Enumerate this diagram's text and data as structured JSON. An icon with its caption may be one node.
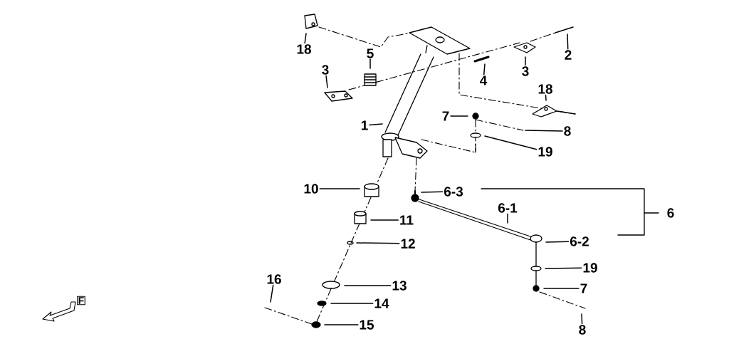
{
  "diagram": {
    "nodes": [
      {
        "text": [
          "18"
        ]
      },
      {
        "text": [
          "5"
        ]
      },
      {
        "text": [
          "2"
        ]
      },
      {
        "text": [
          "3"
        ]
      },
      {
        "text": [
          "3"
        ]
      },
      {
        "text": [
          "4"
        ]
      },
      {
        "text": [
          "18"
        ]
      },
      {
        "text": [
          "7"
        ]
      },
      {
        "text": [
          "1"
        ]
      },
      {
        "text": [
          "8"
        ]
      },
      {
        "text": [
          "19"
        ]
      },
      {
        "text": [
          "10"
        ]
      },
      {
        "text": [
          "6-3"
        ]
      },
      {
        "text": [
          "6-1"
        ]
      },
      {
        "text": [
          "6"
        ]
      },
      {
        "text": [
          "11"
        ]
      },
      {
        "text": [
          "6-2"
        ]
      },
      {
        "text": [
          "12"
        ]
      },
      {
        "text": [
          "19"
        ]
      },
      {
        "text": [
          "16"
        ]
      },
      {
        "text": [
          "13"
        ]
      },
      {
        "text": [
          "7"
        ]
      },
      {
        "text": [
          "14"
        ]
      },
      {
        "text": [
          "15"
        ]
      },
      {
        "text": [
          "8"
        ]
      }
    ],
    "edges": [
      {
        "from": 0,
        "to": null,
        "arrow": "none"
      },
      {
        "from": 1,
        "to": null,
        "arrow": "none"
      },
      {
        "from": 2,
        "to": null,
        "arrow": "none"
      },
      {
        "from": 3,
        "to": null,
        "arrow": "none"
      },
      {
        "from": 4,
        "to": null,
        "arrow": "none"
      },
      {
        "from": 5,
        "to": null,
        "arrow": "none"
      },
      {
        "from": 6,
        "to": null,
        "arrow": "none"
      },
      {
        "from": 7,
        "to": null,
        "arrow": "none"
      },
      {
        "from": 8,
        "to": null,
        "arrow": "none"
      },
      {
        "from": 9,
        "to": null,
        "arrow": "none"
      },
      {
        "from": 10,
        "to": null,
        "arrow": "none"
      },
      {
        "from": 11,
        "to": null,
        "arrow": "none"
      },
      {
        "from": 12,
        "to": null,
        "arrow": "none"
      },
      {
        "from": 13,
        "to": null,
        "arrow": "none"
      },
      {
        "from": 15,
        "to": null,
        "arrow": "none"
      },
      {
        "from": 16,
        "to": null,
        "arrow": "none"
      },
      {
        "from": 17,
        "to": null,
        "arrow": "none"
      },
      {
        "from": 18,
        "to": null,
        "arrow": "none"
      },
      {
        "from": 19,
        "to": null,
        "arrow": "none"
      },
      {
        "from": 20,
        "to": null,
        "arrow": "none"
      },
      {
        "from": 21,
        "to": null,
        "arrow": "none"
      },
      {
        "from": 22,
        "to": null,
        "arrow": "none"
      },
      {
        "from": 23,
        "to": null,
        "arrow": "none"
      },
      {
        "from": 24,
        "to": null,
        "arrow": "none"
      }
    ],
    "labels": [
      "F"
    ]
  }
}
